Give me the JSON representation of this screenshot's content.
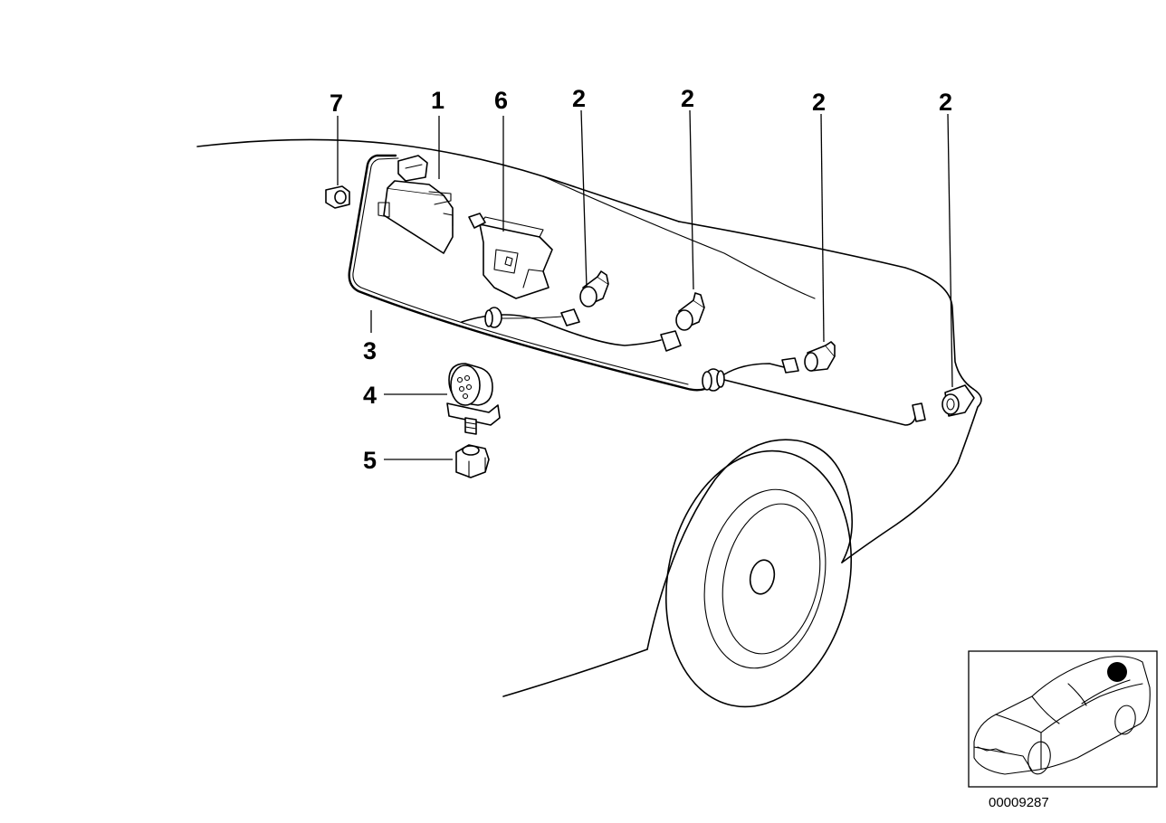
{
  "diagram": {
    "callouts": {
      "c1": "1",
      "c2a": "2",
      "c2b": "2",
      "c2c": "2",
      "c2d": "2",
      "c3": "3",
      "c4": "4",
      "c5": "5",
      "c6": "6",
      "c7": "7"
    },
    "drawing_number": "00009287",
    "locator_marker_color": "#000000"
  }
}
